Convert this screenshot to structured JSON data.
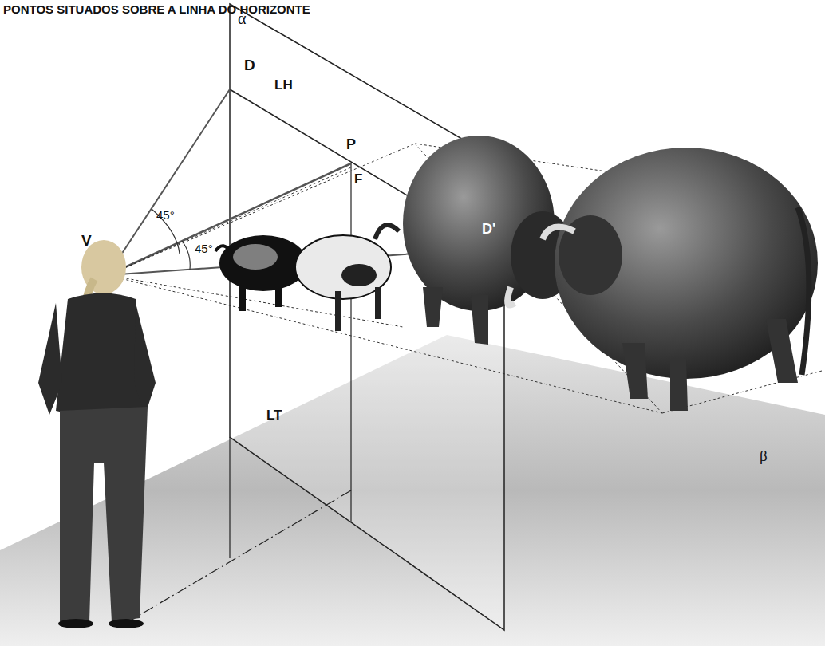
{
  "diagram": {
    "title": "PONTOS SITUADOS SOBRE A LINHA DO HORIZONTE",
    "labels": [
      "α",
      "D",
      "LH",
      "P",
      "F",
      "45°",
      "45°",
      "V",
      "D'",
      "LT",
      "β"
    ]
  }
}
